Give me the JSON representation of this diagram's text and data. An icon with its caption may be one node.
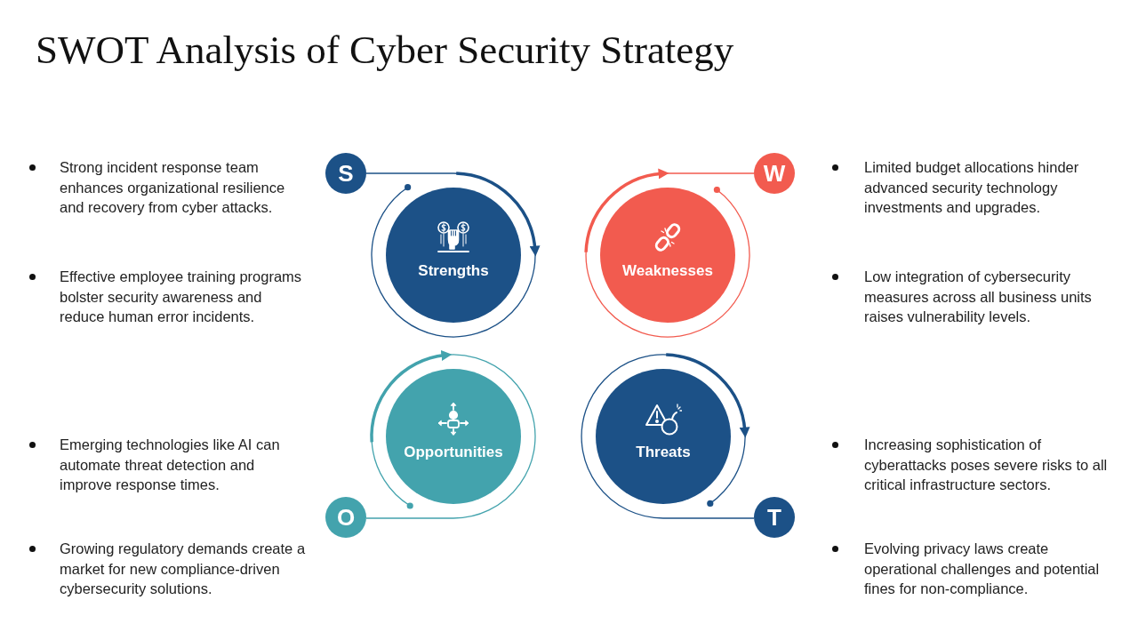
{
  "diagram": {
    "title": "SWOT Analysis of Cyber Security Strategy",
    "nodes": [
      {
        "text": [
          "S"
        ]
      },
      {
        "text": [
          "Strengths"
        ]
      },
      {
        "text": [
          "W"
        ]
      },
      {
        "text": [
          "Weaknesses"
        ]
      },
      {
        "text": [
          "O"
        ]
      },
      {
        "text": [
          "Opportunities"
        ]
      },
      {
        "text": [
          "T"
        ]
      },
      {
        "text": [
          "Threats"
        ]
      }
    ],
    "edges": [
      {
        "from": 0,
        "to": 1,
        "arrow": "other"
      },
      {
        "from": 2,
        "to": 3,
        "arrow": "other",
        "color": "#f25b4f"
      },
      {
        "from": 4,
        "to": 5,
        "arrow": "other",
        "color": "#43a3ad"
      },
      {
        "from": 6,
        "to": 7,
        "arrow": "other"
      }
    ],
    "labels": [
      "Strong incident response team enhances organizational resilience and recovery from cyber attacks.",
      "Effective employee training programs bolster security awareness and reduce human error incidents.",
      "Limited budget allocations hinder advanced security technology investments and upgrades.",
      "Low integration of cybersecurity measures across all business units raises vulnerability levels.",
      "Emerging technologies like AI can automate threat detection and improve response times.",
      "Growing regulatory demands create a market for new compliance-driven cybersecurity solutions.",
      "Increasing sophistication of cyberattacks poses severe risks to all critical infrastructure sectors.",
      "Evolving privacy laws create operational challenges and potential fines for non-compliance."
    ]
  }
}
